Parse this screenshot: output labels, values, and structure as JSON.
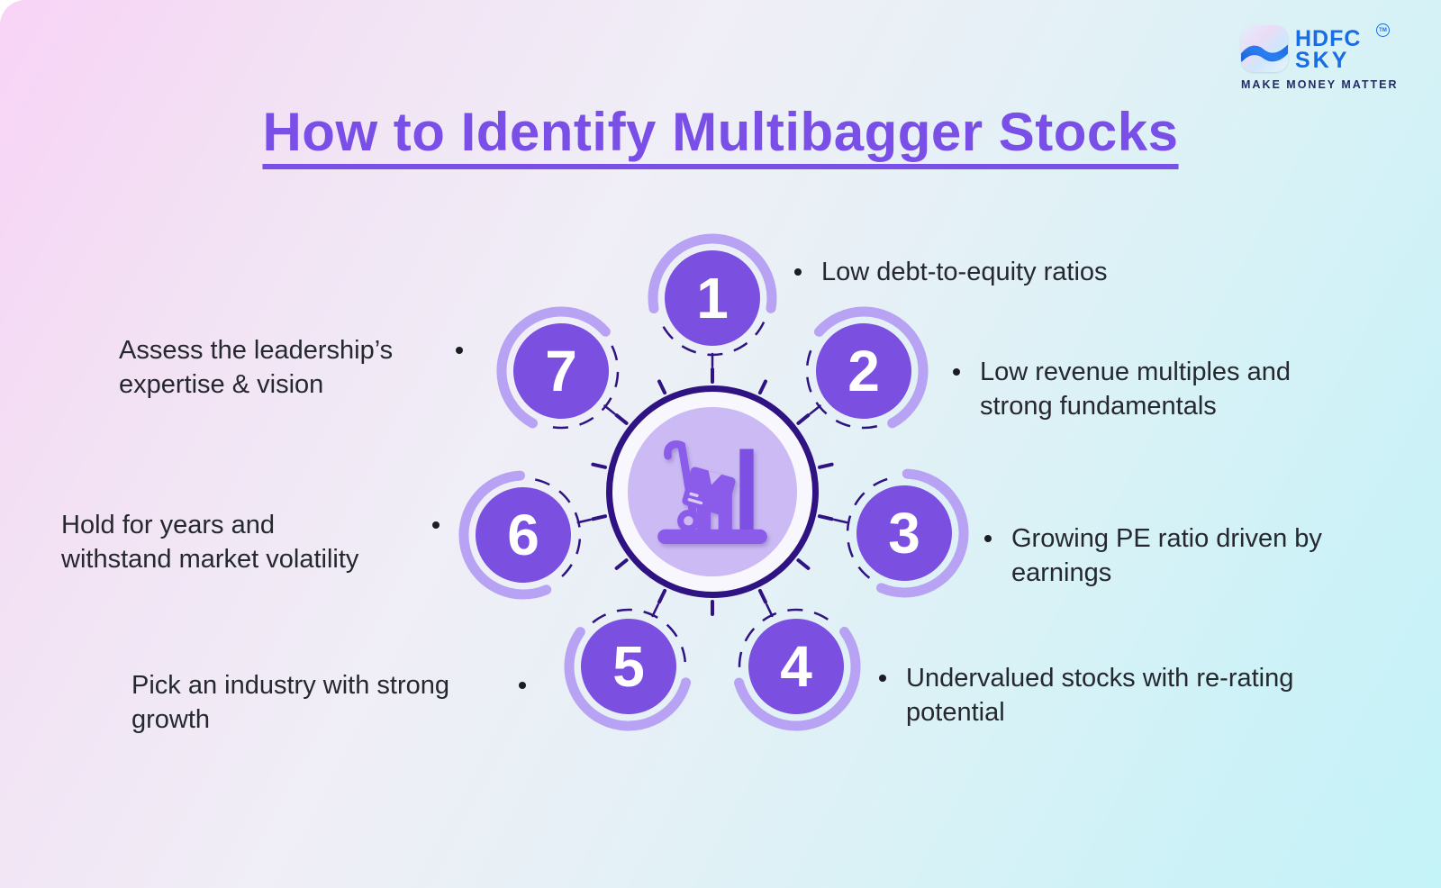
{
  "header": {
    "title": "How to Identify Multibagger Stocks"
  },
  "logo": {
    "brand_top": "HDFC",
    "brand_bottom": "SKY",
    "trademark": "TM",
    "tagline": "MAKE MONEY MATTER"
  },
  "diagram": {
    "center_icon": "handtruck-box-with-growth-bar-chart",
    "nodes": [
      {
        "number": "1",
        "label": "Low debt-to-equity ratios"
      },
      {
        "number": "2",
        "label": "Low revenue multiples and\nstrong fundamentals"
      },
      {
        "number": "3",
        "label": "Growing PE ratio driven by\nearnings"
      },
      {
        "number": "4",
        "label": "Undervalued stocks with re-rating\npotential"
      },
      {
        "number": "5",
        "label": "Pick an industry with strong\ngrowth"
      },
      {
        "number": "6",
        "label": "Hold for years and\nwithstand market volatility"
      },
      {
        "number": "7",
        "label": "Assess the leadership’s\nexpertise & vision"
      }
    ]
  },
  "colors": {
    "title_purple": "#7a4fe8",
    "node_fill": "#7b4fe0",
    "arc_light": "#b7a2f3",
    "arc_dark": "#2f1383",
    "hub_inner": "#cbbaf3",
    "icon_purple": "#8a5ce9",
    "text_dark": "#25282e",
    "logo_blue": "#1a6ce2",
    "tagline_navy": "#232a6b",
    "bg_pink": "#f8d3f6",
    "bg_cyan": "#c4f3f8"
  }
}
